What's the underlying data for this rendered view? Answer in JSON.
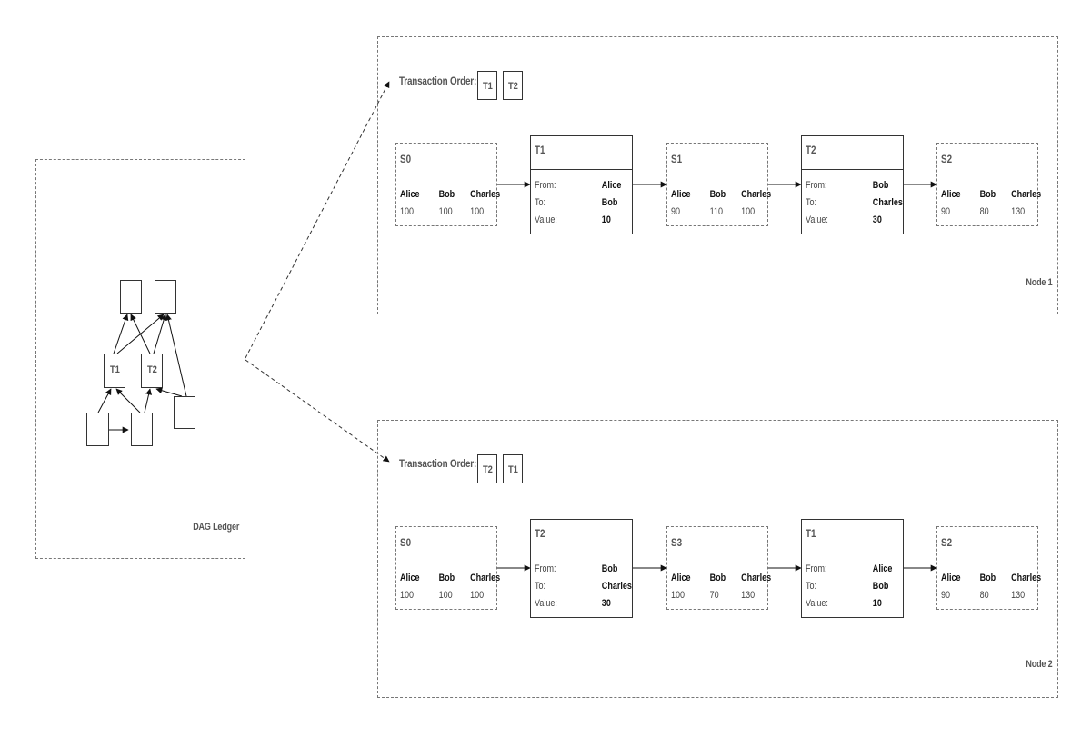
{
  "dag": {
    "label": "DAG Ledger",
    "t1": "T1",
    "t2": "T2"
  },
  "order_label": "Transaction Order:",
  "headers": {
    "alice": "Alice",
    "bob": "Bob",
    "charles": "Charles",
    "from": "From:",
    "to": "To:",
    "value": "Value:"
  },
  "node1": {
    "label": "Node 1",
    "order": [
      "T1",
      "T2"
    ],
    "s_a": {
      "name": "S0",
      "alice": "100",
      "bob": "100",
      "charles": "100"
    },
    "tx_a": {
      "name": "T1",
      "from": "Alice",
      "to": "Bob",
      "value": "10"
    },
    "s_b": {
      "name": "S1",
      "alice": "90",
      "bob": "110",
      "charles": "100"
    },
    "tx_b": {
      "name": "T2",
      "from": "Bob",
      "to": "Charles",
      "value": "30"
    },
    "s_c": {
      "name": "S2",
      "alice": "90",
      "bob": "80",
      "charles": "130"
    }
  },
  "node2": {
    "label": "Node 2",
    "order": [
      "T2",
      "T1"
    ],
    "s_a": {
      "name": "S0",
      "alice": "100",
      "bob": "100",
      "charles": "100"
    },
    "tx_a": {
      "name": "T2",
      "from": "Bob",
      "to": "Charles",
      "value": "30"
    },
    "s_b": {
      "name": "S3",
      "alice": "100",
      "bob": "70",
      "charles": "130"
    },
    "tx_b": {
      "name": "T1",
      "from": "Alice",
      "to": "Bob",
      "value": "10"
    },
    "s_c": {
      "name": "S2",
      "alice": "90",
      "bob": "80",
      "charles": "130"
    }
  }
}
